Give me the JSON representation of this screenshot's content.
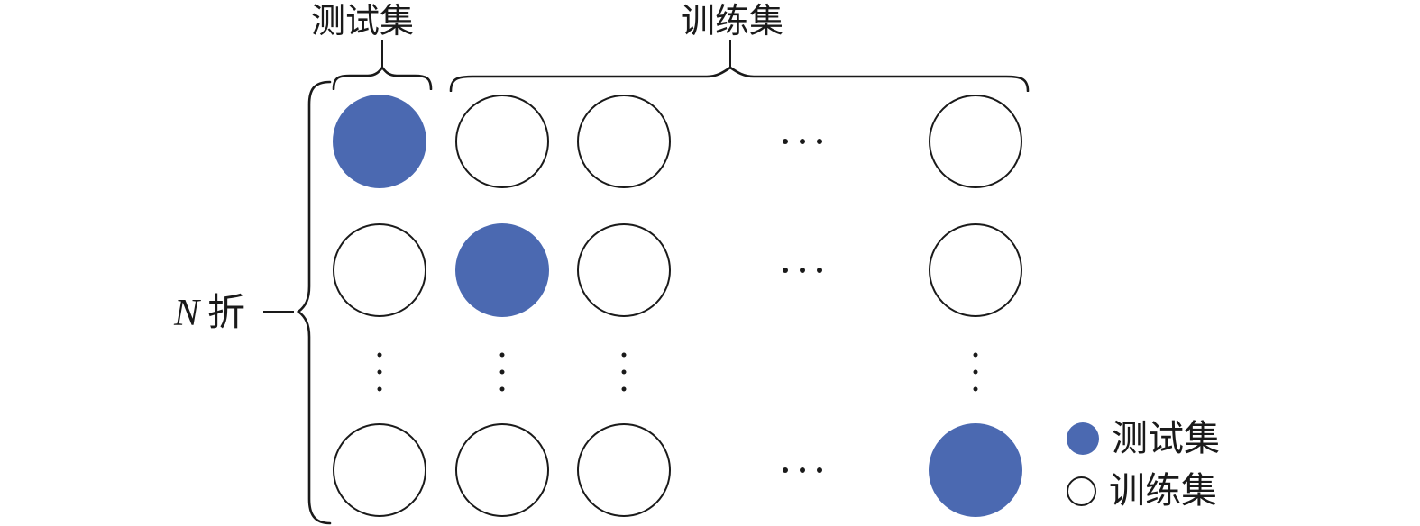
{
  "figure": {
    "top_labels": {
      "test": "测试集",
      "train": "训练集"
    },
    "left_label": {
      "n": "N",
      "fold": "折"
    },
    "legend": [
      {
        "type": "test",
        "label": "测试集"
      },
      {
        "type": "train",
        "label": "训练集"
      }
    ],
    "colors": {
      "test_fill": "#4b69b1",
      "stroke": "#1a1a1a"
    },
    "grid": {
      "rows": [
        [
          "test",
          "train",
          "train",
          "hdots",
          "train"
        ],
        [
          "train",
          "test",
          "train",
          "hdots",
          "train"
        ],
        [
          "vdots",
          "vdots",
          "vdots",
          "blank",
          "vdots"
        ],
        [
          "train",
          "train",
          "train",
          "hdots",
          "test"
        ]
      ]
    }
  }
}
